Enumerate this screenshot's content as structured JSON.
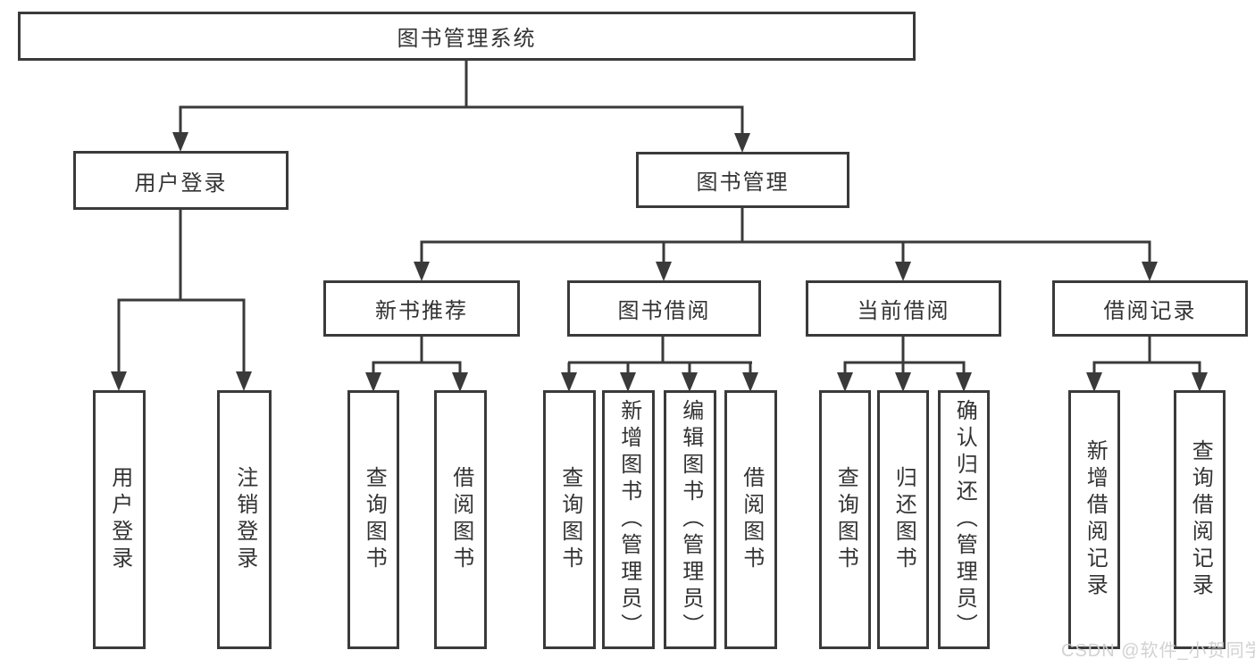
{
  "diagram": {
    "title": "图书管理系统",
    "level2": {
      "user_login": "用户登录",
      "book_management": "图书管理"
    },
    "level3": {
      "new_book_recommend": "新书推荐",
      "book_borrowing": "图书借阅",
      "current_borrowing": "当前借阅",
      "borrowing_records": "借阅记录"
    },
    "leaves": {
      "user_login": [
        "用户登录",
        "注销登录"
      ],
      "new_book_recommend": [
        "查询图书",
        "借阅图书"
      ],
      "book_borrowing": [
        "查询图书",
        "新增图书（管理员）",
        "编辑图书（管理员）",
        "借阅图书"
      ],
      "current_borrowing": [
        "查询图书",
        "归还图书",
        "确认归还（管理员）"
      ],
      "borrowing_records": [
        "新增借阅记录",
        "查询借阅记录"
      ]
    },
    "watermark": "CSDN @软件_小贺同学",
    "colors": {
      "line": "#3a3a3a",
      "text": "#333333",
      "background": "#ffffff",
      "watermark": "#d0d0d0"
    }
  }
}
